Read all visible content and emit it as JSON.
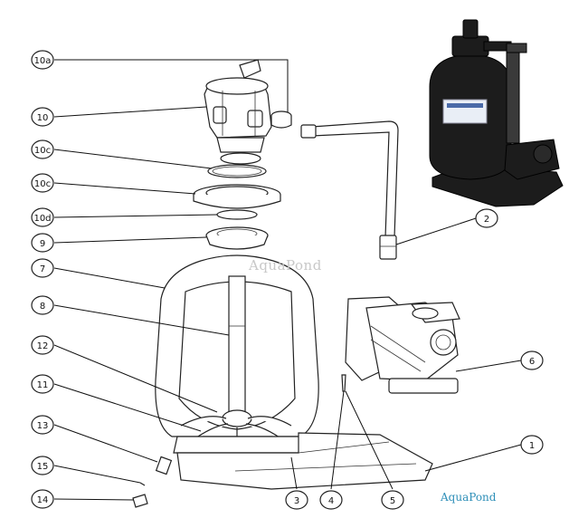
{
  "callouts": [
    {
      "id": "10a",
      "label": "10a"
    },
    {
      "id": "10",
      "label": "10"
    },
    {
      "id": "10c",
      "label": "10c"
    },
    {
      "id": "10c2",
      "label": "10c"
    },
    {
      "id": "10d",
      "label": "10d"
    },
    {
      "id": "9",
      "label": "9"
    },
    {
      "id": "7",
      "label": "7"
    },
    {
      "id": "8",
      "label": "8"
    },
    {
      "id": "12",
      "label": "12"
    },
    {
      "id": "11",
      "label": "11"
    },
    {
      "id": "13",
      "label": "13"
    },
    {
      "id": "15",
      "label": "15"
    },
    {
      "id": "14",
      "label": "14"
    },
    {
      "id": "2",
      "label": "2"
    },
    {
      "id": "6",
      "label": "6"
    },
    {
      "id": "1",
      "label": "1"
    },
    {
      "id": "3",
      "label": "3"
    },
    {
      "id": "4",
      "label": "4"
    },
    {
      "id": "5",
      "label": "5"
    }
  ],
  "watermark": "AquaPond",
  "brand": "AquaPond"
}
